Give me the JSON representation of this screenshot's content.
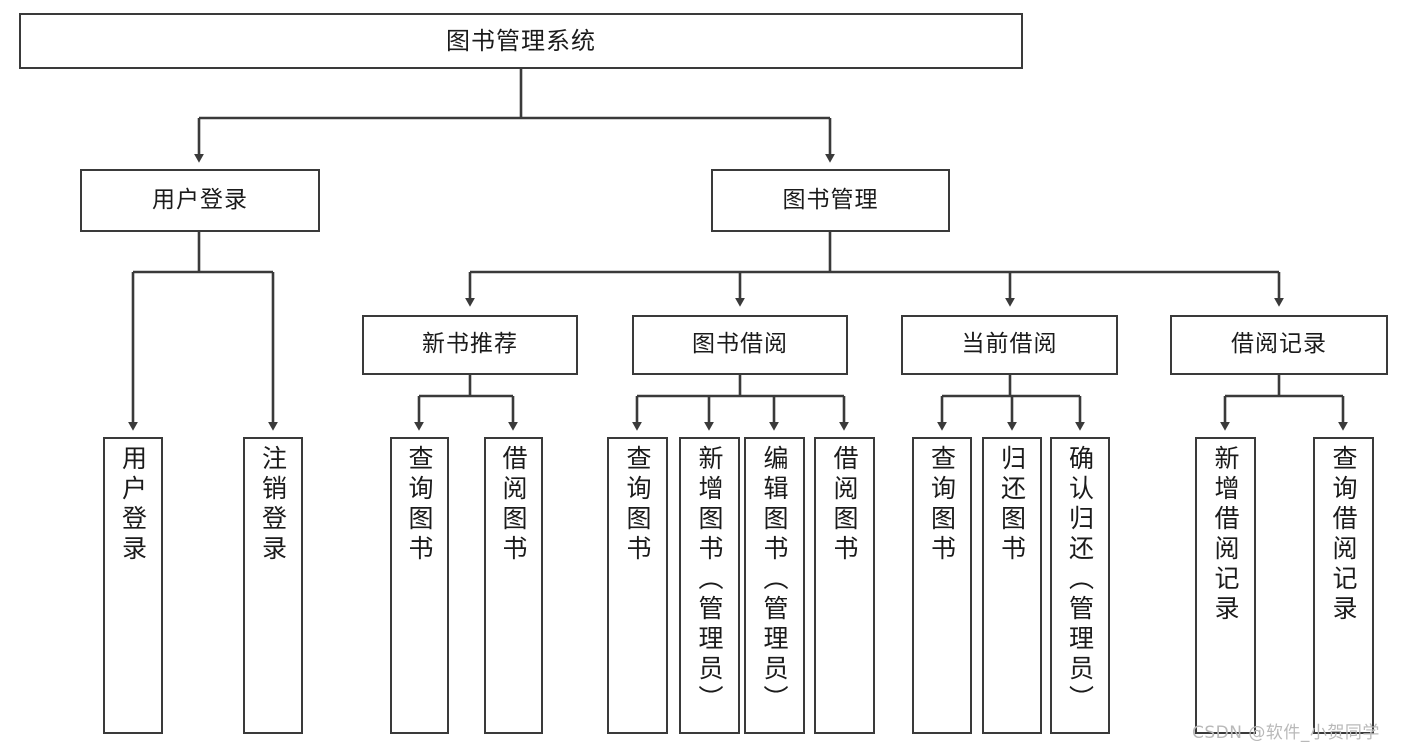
{
  "diagram": {
    "type": "tree-hierarchy-chart",
    "title": "图书管理系统",
    "watermark": "CSDN @软件_小贺同学",
    "colors": {
      "box_border": "#3a3a3a",
      "box_fill": "#ffffff",
      "connector": "#3a3a3a",
      "text": "#1b1b1b",
      "watermark": "#b9b9b9",
      "background": "#ffffff"
    },
    "nodes": {
      "root": {
        "label": "图书管理系统"
      },
      "level2": [
        {
          "label": "用户登录"
        },
        {
          "label": "图书管理"
        }
      ],
      "level3": [
        {
          "label": "新书推荐"
        },
        {
          "label": "图书借阅"
        },
        {
          "label": "当前借阅"
        },
        {
          "label": "借阅记录"
        }
      ],
      "leaves_user_login": [
        {
          "label": "用户登录"
        },
        {
          "label": "注销登录"
        }
      ],
      "leaves_new_book": [
        {
          "label": "查询图书"
        },
        {
          "label": "借阅图书"
        }
      ],
      "leaves_borrow": [
        {
          "label": "查询图书"
        },
        {
          "label": "新增图书（管理员）"
        },
        {
          "label": "编辑图书（管理员）"
        },
        {
          "label": "借阅图书"
        }
      ],
      "leaves_current": [
        {
          "label": "查询图书"
        },
        {
          "label": "归还图书"
        },
        {
          "label": "确认归还（管理员）"
        }
      ],
      "leaves_record": [
        {
          "label": "新增借阅记录"
        },
        {
          "label": "查询借阅记录"
        }
      ]
    }
  }
}
